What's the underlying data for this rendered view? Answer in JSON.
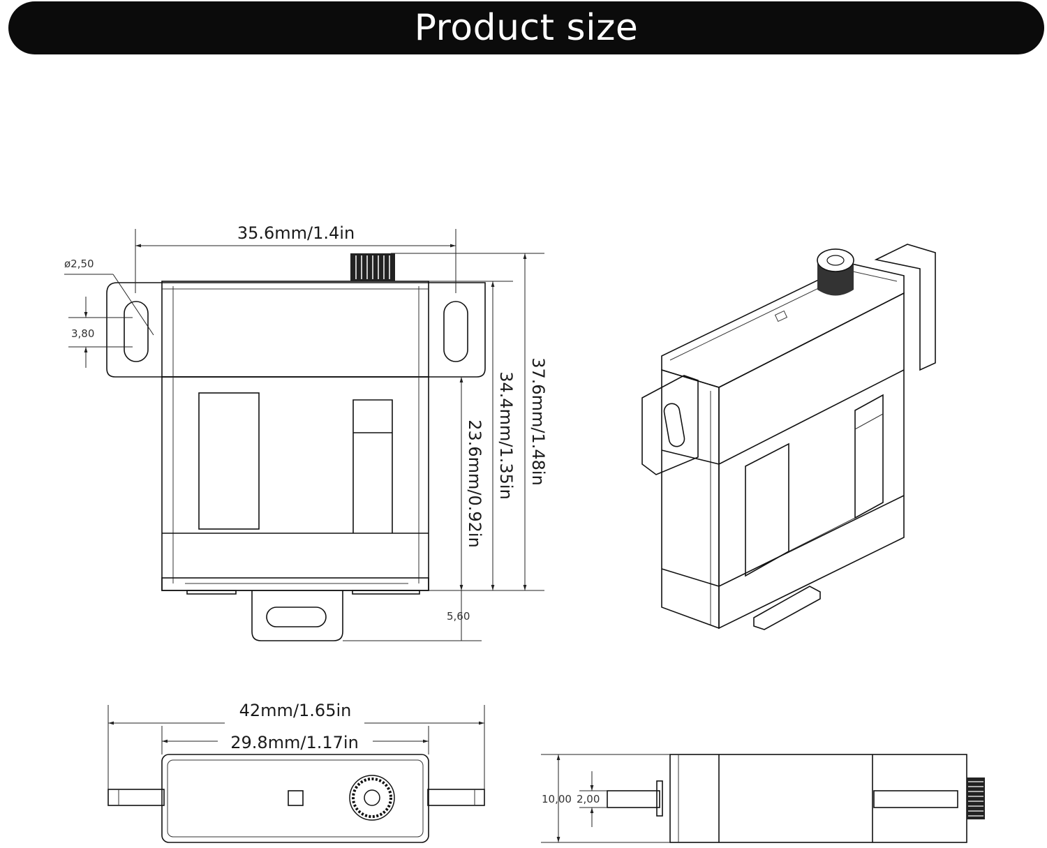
{
  "title": "Product size",
  "labels": {
    "width_top": "35.6mm/1.4in",
    "hole_dia": "ø2,50",
    "hole_len": "3,80",
    "height_total": "37.6mm/1.48in",
    "height_body": "34.4mm/1.35in",
    "height_lower": "23.6mm/0.92in",
    "tab_height": "5,60",
    "width_overall": "42mm/1.65in",
    "width_body": "29.8mm/1.17in",
    "side_thick": "10,00",
    "side_tab": "2,00"
  }
}
